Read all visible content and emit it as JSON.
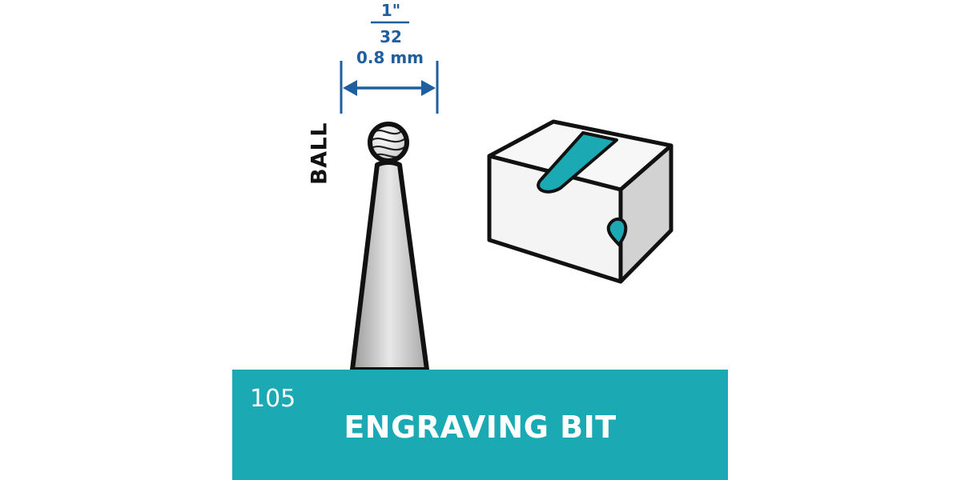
{
  "dimension": {
    "fraction_numerator": "1\"",
    "fraction_denominator": "32",
    "metric": "0.8 mm"
  },
  "bit": {
    "shape_label": "BALL"
  },
  "banner": {
    "product_number": "105",
    "product_name": "ENGRAVING BIT"
  },
  "colors": {
    "accent_teal": "#1ba9b4",
    "dimension_blue": "#1f5fa0",
    "outline": "#111111"
  },
  "icons": [
    "ball-engraving-bit-icon",
    "engraved-block-icon",
    "dimension-arrow-icon"
  ]
}
